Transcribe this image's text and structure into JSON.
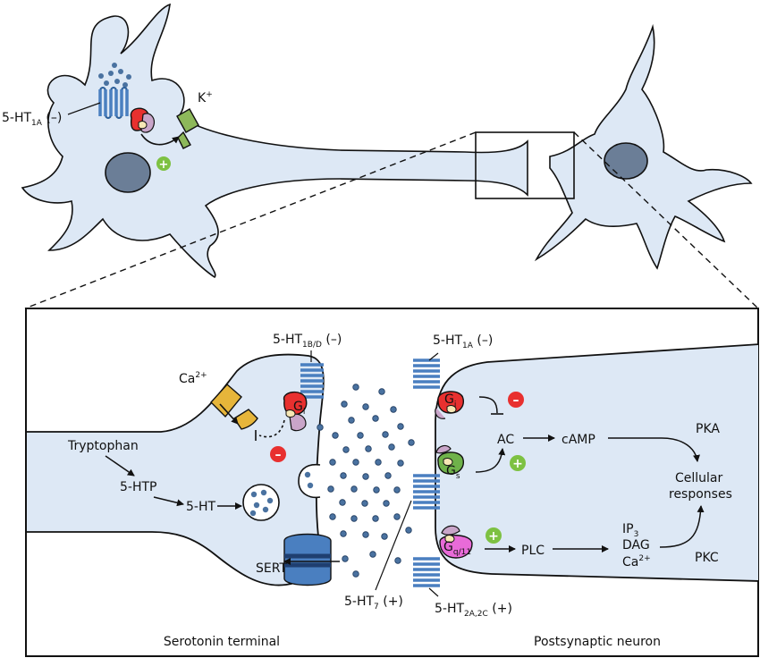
{
  "colors": {
    "cell_fill": "#dde8f5",
    "outline": "#111111",
    "nucleus": "#6b7e97",
    "vesicle": "#4a72a0",
    "receptor": "#4a7fc0",
    "gi_red": "#e8302f",
    "gs_green": "#6fb24a",
    "gq_pink": "#e86bd8",
    "plus_green": "#7dc142",
    "minus_red": "#e8302f",
    "ca_channel": "#e6b53a",
    "k_channel": "#8db85a",
    "sert": "#4a7fc0"
  },
  "top": {
    "receptor_1a": {
      "main": "5-HT",
      "sub": "1A",
      "sign": " (–)"
    },
    "k_channel": {
      "main": "K",
      "sup": "+"
    },
    "plus_sign": "+"
  },
  "terminal": {
    "ca": {
      "main": "Ca",
      "sup": "2+"
    },
    "receptor_1bd": {
      "main": "5-HT",
      "sub": "1B/D",
      "sign": " (–)"
    },
    "gi": {
      "main": "G",
      "sub": "i"
    },
    "minus_sign": "–",
    "tryptophan": "Tryptophan",
    "htp": "5-HTP",
    "ht": "5-HT",
    "sert": "SERT",
    "caption": "Serotonin terminal"
  },
  "cleft": {
    "receptor_7": {
      "main": "5-HT",
      "sub": "7",
      "sign": " (+)"
    }
  },
  "post": {
    "receptor_1a": {
      "main": "5-HT",
      "sub": "1A",
      "sign": " (–)"
    },
    "gi": {
      "main": "G",
      "sub": "i"
    },
    "gs": {
      "main": "G",
      "sub": "s"
    },
    "gq": {
      "main": "G",
      "sub": "q/11"
    },
    "minus_sign": "–",
    "plus_sign_ac": "+",
    "plus_sign_plc": "+",
    "ac": "AC",
    "camp": "cAMP",
    "pka": "PKA",
    "cellular_1": "Cellular",
    "cellular_2": "responses",
    "plc": "PLC",
    "ip3": {
      "main": "IP",
      "sub": "3"
    },
    "dag": "DAG",
    "ca2": {
      "main": "Ca",
      "sup": "2+"
    },
    "pkc": "PKC",
    "receptor_2a": {
      "main": "5-HT",
      "sub": "2A,2C",
      "sign": " (+)"
    },
    "caption": "Postsynaptic neuron"
  }
}
